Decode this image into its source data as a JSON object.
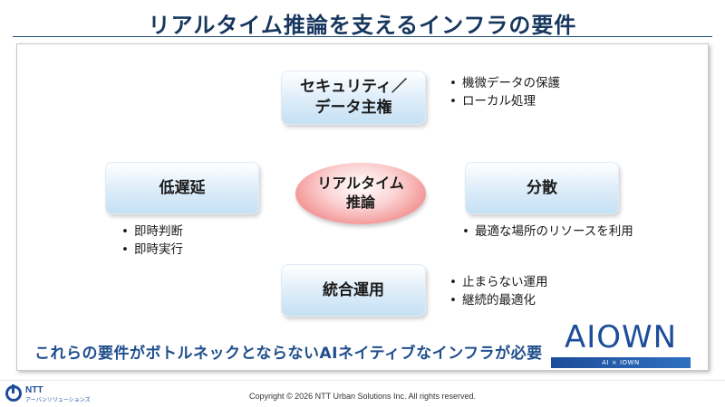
{
  "title": "リアルタイム推論を支えるインフラの要件",
  "center": {
    "line1": "リアルタイム",
    "line2": "推論"
  },
  "top": {
    "line1": "セキュリティ／",
    "line2": "データ主権",
    "bullets": [
      "機微データの保護",
      "ローカル処理"
    ]
  },
  "left": {
    "label": "低遅延",
    "bullets": [
      "即時判断",
      "即時実行"
    ]
  },
  "right": {
    "label": "分散",
    "bullets": [
      "最適な場所のリソースを利用"
    ]
  },
  "bottom": {
    "label": "統合運用",
    "bullets": [
      "止まらない運用",
      "継続的最適化"
    ]
  },
  "conclusion": "これらの要件がボトルネックとならないAIネイティブなインフラが必要",
  "aiown_logo": {
    "word": "AIOWN",
    "tagline": "AI × IOWN"
  },
  "footer": {
    "company_logo_name": "NTT",
    "company_logo_sub": "アーバンソリューションズ",
    "copyright": "Copyright ©  2026 NTT Urban Solutions Inc. All rights reserved."
  },
  "colors": {
    "title": "#17375e",
    "box_fill": "#c5e0f4",
    "center_fill": "#f28b8b",
    "conclusion": "#1f4e8c",
    "brand": "#1d4d9a"
  }
}
